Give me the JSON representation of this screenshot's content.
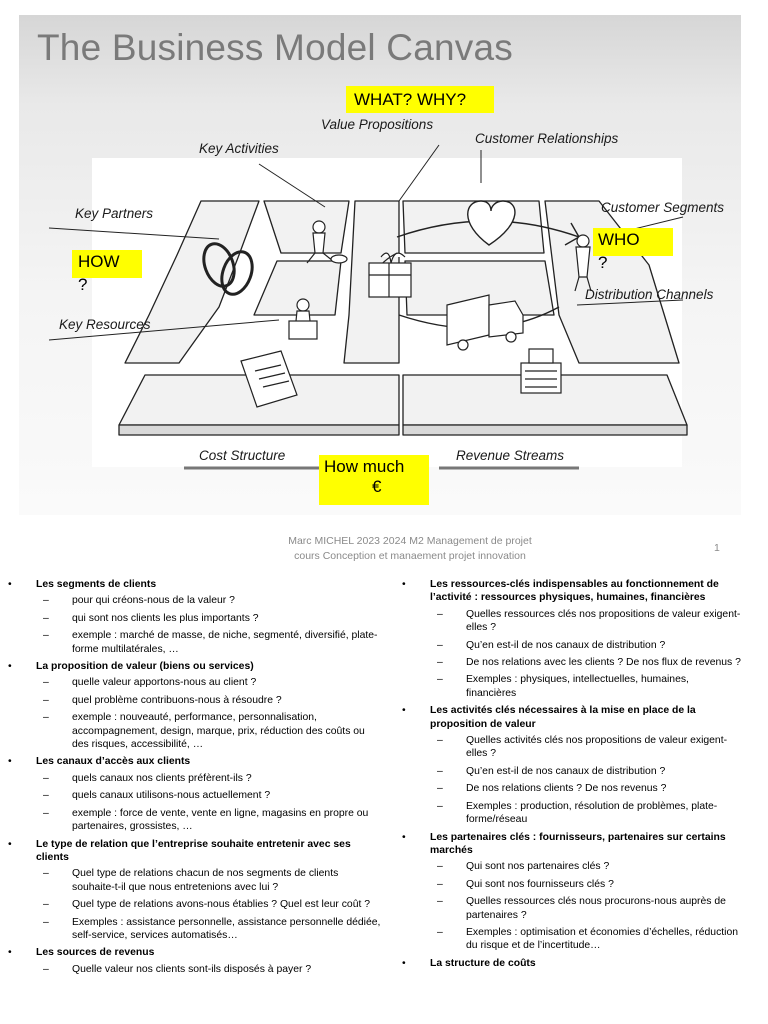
{
  "slide": {
    "title": "The Business Model Canvas",
    "labels": {
      "key_activities": "Key Activities",
      "value_propositions": "Value Propositions",
      "customer_relationships": "Customer Relationships",
      "key_partners": "Key Partners",
      "customer_segments": "Customer Segments",
      "distribution_channels": "Distribution Channels",
      "key_resources": "Key Resources",
      "cost_structure": "Cost Structure",
      "revenue_streams": "Revenue Streams"
    },
    "callouts": {
      "what_why": "WHAT? WHY?",
      "how_line1": "HOW",
      "how_line2": "?",
      "who_line1": "WHO",
      "who_line2": "?",
      "how_much_line1": "How much",
      "how_much_line2": "€"
    },
    "highlight_color": "#ffff00"
  },
  "footer": {
    "line1": "Marc MICHEL 2023 2024 M2 Management de projet",
    "line2": "cours Conception et manaement projet innovation",
    "page": "1"
  },
  "left_column": [
    {
      "title": "Les segments de clients",
      "items": [
        "pour qui créons-nous de la valeur ?",
        "qui sont nos clients les plus importants ?",
        "exemple : marché de masse, de niche, segmenté, diversifié, plate-forme multilatérales, …"
      ]
    },
    {
      "title": "La proposition de valeur (biens ou services)",
      "items": [
        "quelle valeur apportons-nous au client ?",
        "quel problème contribuons-nous à résoudre ?",
        "exemple : nouveauté, performance, personnalisation, accompagnement, design, marque, prix, réduction des coûts ou des risques, accessibilité, …"
      ]
    },
    {
      "title": "Les canaux d’accès aux clients",
      "items": [
        "quels canaux nos clients préfèrent-ils ?",
        "quels canaux utilisons-nous actuellement ?",
        "exemple : force de vente, vente en ligne, magasins en propre ou partenaires, grossistes, …"
      ]
    },
    {
      "title": "Le type de relation que l’entreprise souhaite entretenir avec ses clients",
      "items": [
        "Quel type de relations chacun de nos segments de clients souhaite-t-il que nous entretenions avec lui ?",
        "Quel type de relations avons-nous établies ? Quel est leur coût ?",
        "Exemples : assistance personnelle, assistance personnelle dédiée, self-service, services automatisés…"
      ]
    },
    {
      "title": "Les sources de revenus",
      "items": [
        "Quelle valeur nos clients sont-ils disposés à payer ?"
      ]
    }
  ],
  "right_column": [
    {
      "title": "Les ressources-clés indispensables au fonctionnement de l’activité : ressources physiques, humaines, financières",
      "items": [
        "Quelles ressources clés nos propositions de valeur exigent-elles ?",
        "Qu’en est-il de nos canaux de distribution ?",
        "De nos relations avec les clients ? De nos flux de revenus ?",
        "Exemples : physiques, intellectuelles, humaines, financières"
      ]
    },
    {
      "title": "Les activités clés nécessaires à la mise en place de la proposition de valeur",
      "items": [
        "Quelles activités clés nos propositions de valeur exigent-elles ?",
        "Qu’en est-il de nos canaux de distribution ?",
        "De nos relations clients ? De nos revenus ?",
        "Exemples : production, résolution de problèmes, plate-forme/réseau"
      ]
    },
    {
      "title": "Les partenaires clés : fournisseurs, partenaires sur certains marchés",
      "items": [
        "Qui sont nos partenaires clés ?",
        "Qui sont nos fournisseurs clés ?",
        "Quelles ressources clés nous procurons-nous auprès de partenaires ?",
        "Exemples : optimisation et économies d’échelles, réduction du risque et de l’incertitude…"
      ]
    },
    {
      "title": "La structure de coûts",
      "items": []
    }
  ]
}
